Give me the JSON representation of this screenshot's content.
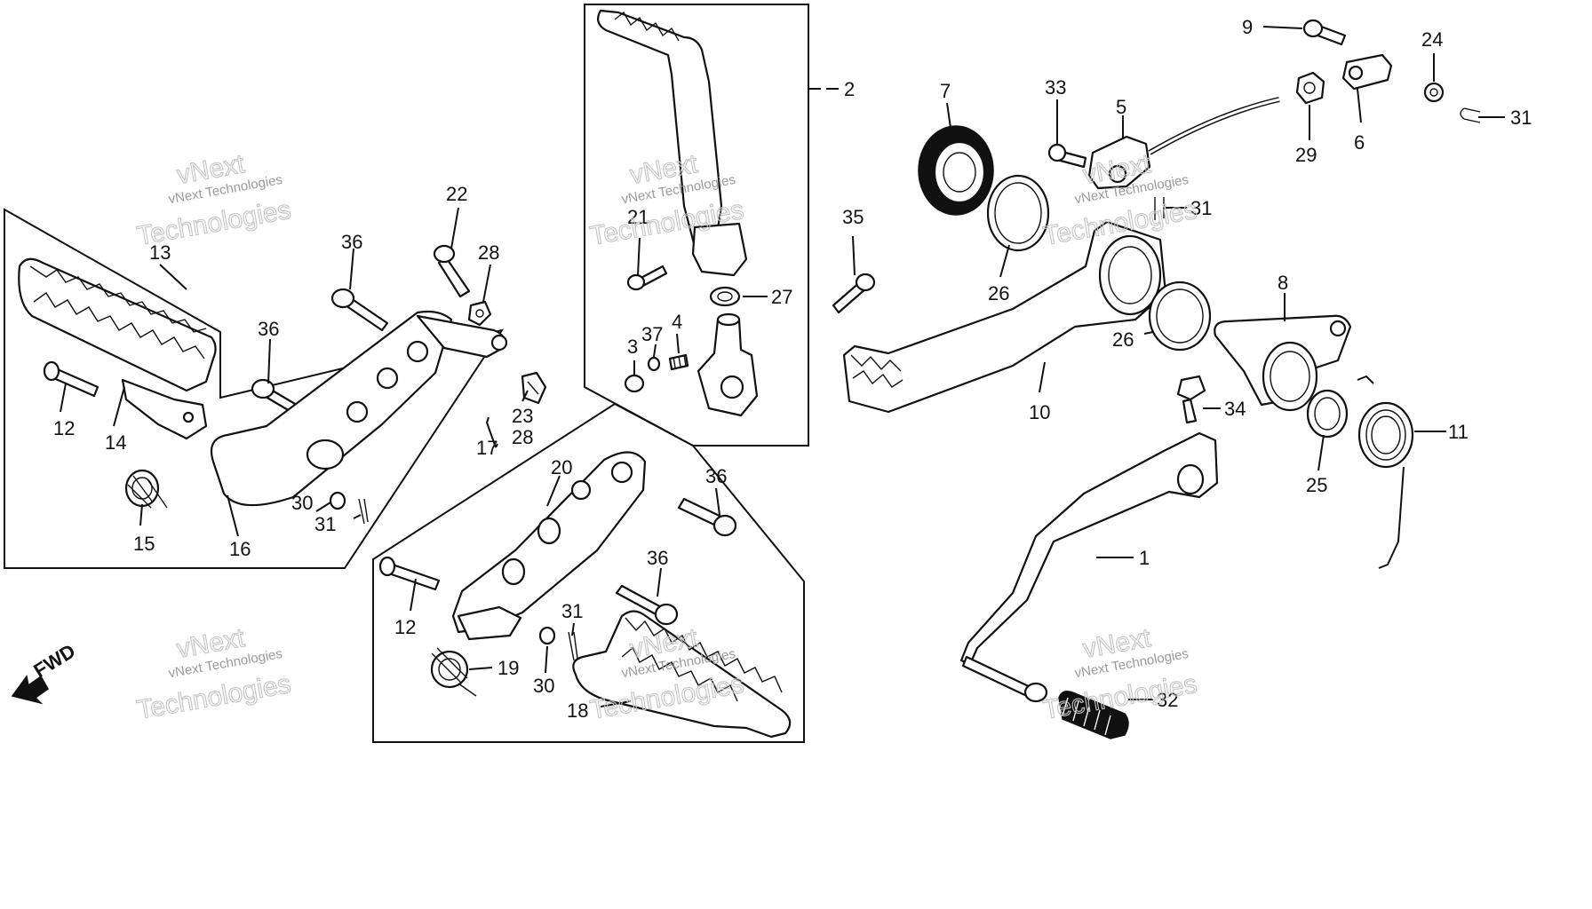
{
  "watermark": {
    "line1": "vNext",
    "line2": "vNext Technologies",
    "line3": "Technologies"
  },
  "direction_label": "FWD",
  "callouts": [
    "1",
    "2",
    "3",
    "4",
    "5",
    "6",
    "7",
    "8",
    "9",
    "10",
    "11",
    "12",
    "13",
    "14",
    "15",
    "16",
    "17",
    "18",
    "19",
    "20",
    "21",
    "22",
    "23",
    "24",
    "25",
    "26",
    "27",
    "28",
    "29",
    "30",
    "31",
    "32",
    "33",
    "34",
    "35",
    "36",
    "37"
  ]
}
